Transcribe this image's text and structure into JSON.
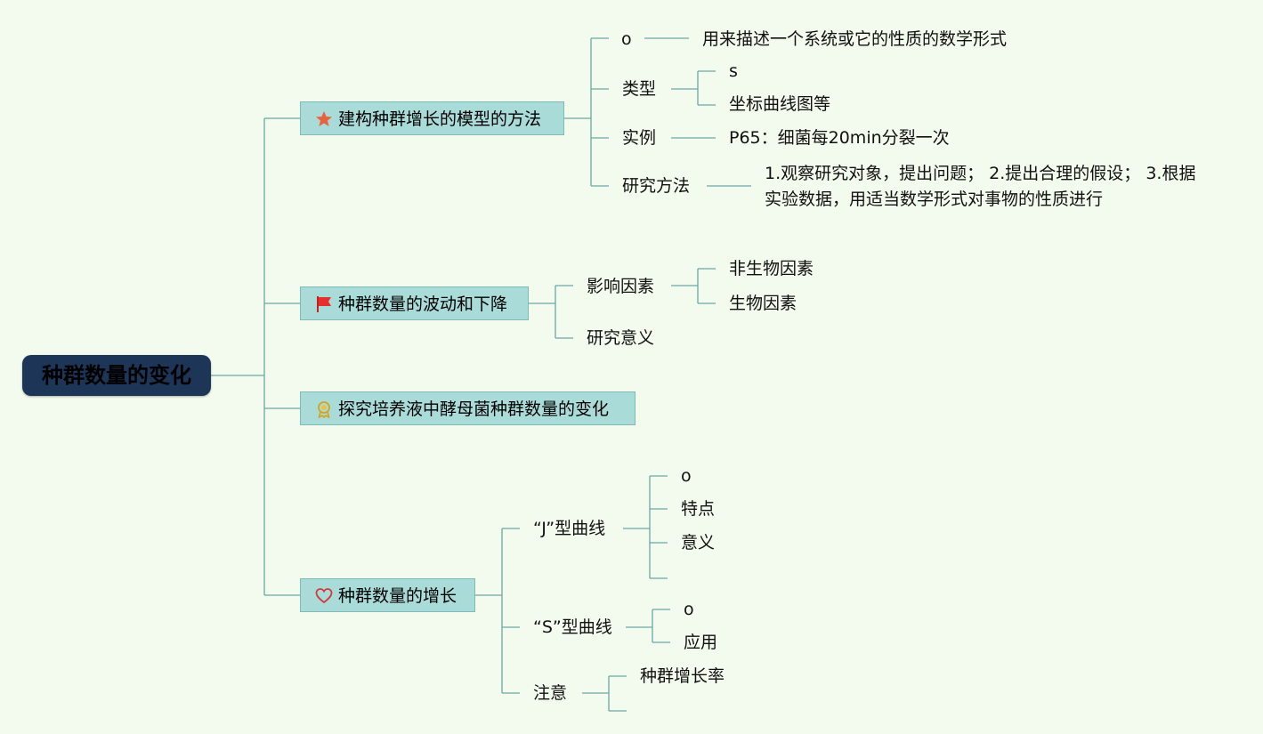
{
  "root": {
    "label": "种群数量的变化"
  },
  "branches": [
    {
      "label": "建构种群增长的模型的方法",
      "icon": "star-icon",
      "children": [
        {
          "label": "o",
          "note": "用来描述一个系统或它的性质的数学形式"
        },
        {
          "label": "类型",
          "children": [
            "s",
            "坐标曲线图等"
          ]
        },
        {
          "label": "实例",
          "note": "P65：细菌每20min分裂一次"
        },
        {
          "label": "研究方法",
          "note_lines": [
            "1.观察研究对象，提出问题； 2.提出合理的假设； 3.根据",
            "实验数据，用适当数学形式对事物的性质进行"
          ]
        }
      ]
    },
    {
      "label": "种群数量的波动和下降",
      "icon": "flag-icon",
      "children": [
        {
          "label": "影响因素",
          "children": [
            "非生物因素",
            "生物因素"
          ]
        },
        {
          "label": "研究意义"
        }
      ]
    },
    {
      "label": "探究培养液中酵母菌种群数量的变化",
      "icon": "medal-icon"
    },
    {
      "label": "种群数量的增长",
      "icon": "heart-icon",
      "children": [
        {
          "label": "“J”型曲线",
          "children": [
            "o",
            "特点",
            "意义"
          ]
        },
        {
          "label": "“S”型曲线",
          "children": [
            "o",
            "应用"
          ]
        },
        {
          "label": "注意",
          "children": [
            "种群增长率"
          ]
        }
      ]
    }
  ],
  "colors": {
    "background": "#f3faee",
    "root": "#1d3557",
    "topic": "#a9dbd9",
    "line": "#6aa9a4"
  }
}
